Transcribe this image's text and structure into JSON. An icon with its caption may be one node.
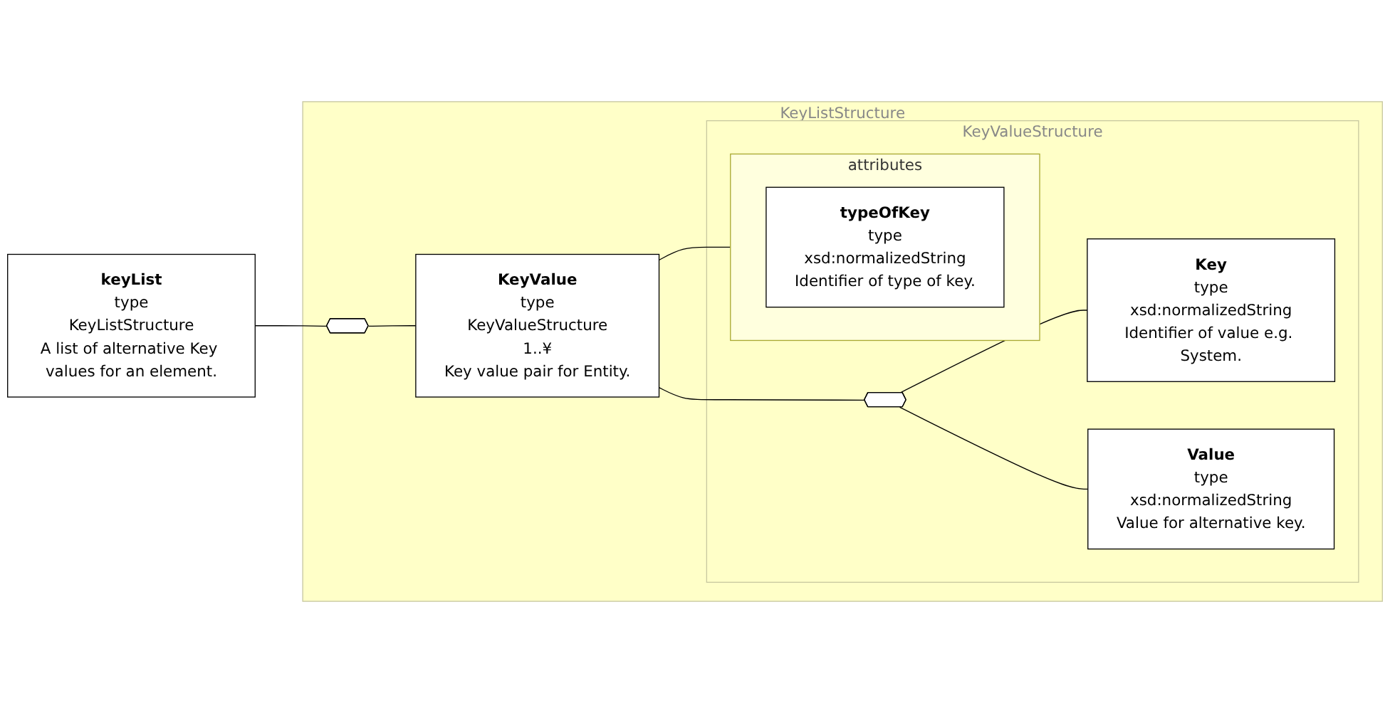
{
  "diagram": {
    "nodes": [
      {
        "text": [
          "keyList",
          "type",
          "KeyListStructure",
          "A list of alternative Key values for an element."
        ]
      },
      {
        "text": [
          "KeyListStructure"
        ]
      },
      {
        "text": [],
        "shape": "octagon",
        "in": 1
      },
      {
        "text": [
          "KeyValue",
          "type",
          "KeyValueStructure",
          "1..¥",
          "Key value pair for Entity."
        ],
        "in": 1
      },
      {
        "text": [
          "KeyValueStructure"
        ],
        "in": 1
      },
      {
        "text": [
          "attributes"
        ],
        "in": 4
      },
      {
        "text": [
          "typeOfKey",
          "type",
          "xsd:normalizedString",
          "Identifier of type of key."
        ],
        "in": 5
      },
      {
        "text": [],
        "shape": "octagon",
        "in": 4
      },
      {
        "text": [
          "Key",
          "type",
          "xsd:normalizedString",
          "Identifier of value e.g. System."
        ],
        "in": 4
      },
      {
        "text": [
          "Value",
          "type",
          "xsd:normalizedString",
          "Value for alternative key."
        ],
        "in": 4
      }
    ],
    "edges": [
      {
        "from": 0,
        "to": 2,
        "arrow": "none"
      },
      {
        "from": 2,
        "to": 3,
        "arrow": "none"
      },
      {
        "from": 3,
        "to": 5,
        "arrow": "none"
      },
      {
        "from": 3,
        "to": 7,
        "arrow": "none"
      },
      {
        "from": 7,
        "to": 8,
        "arrow": "none"
      },
      {
        "from": 7,
        "to": 9,
        "arrow": "none"
      }
    ]
  }
}
